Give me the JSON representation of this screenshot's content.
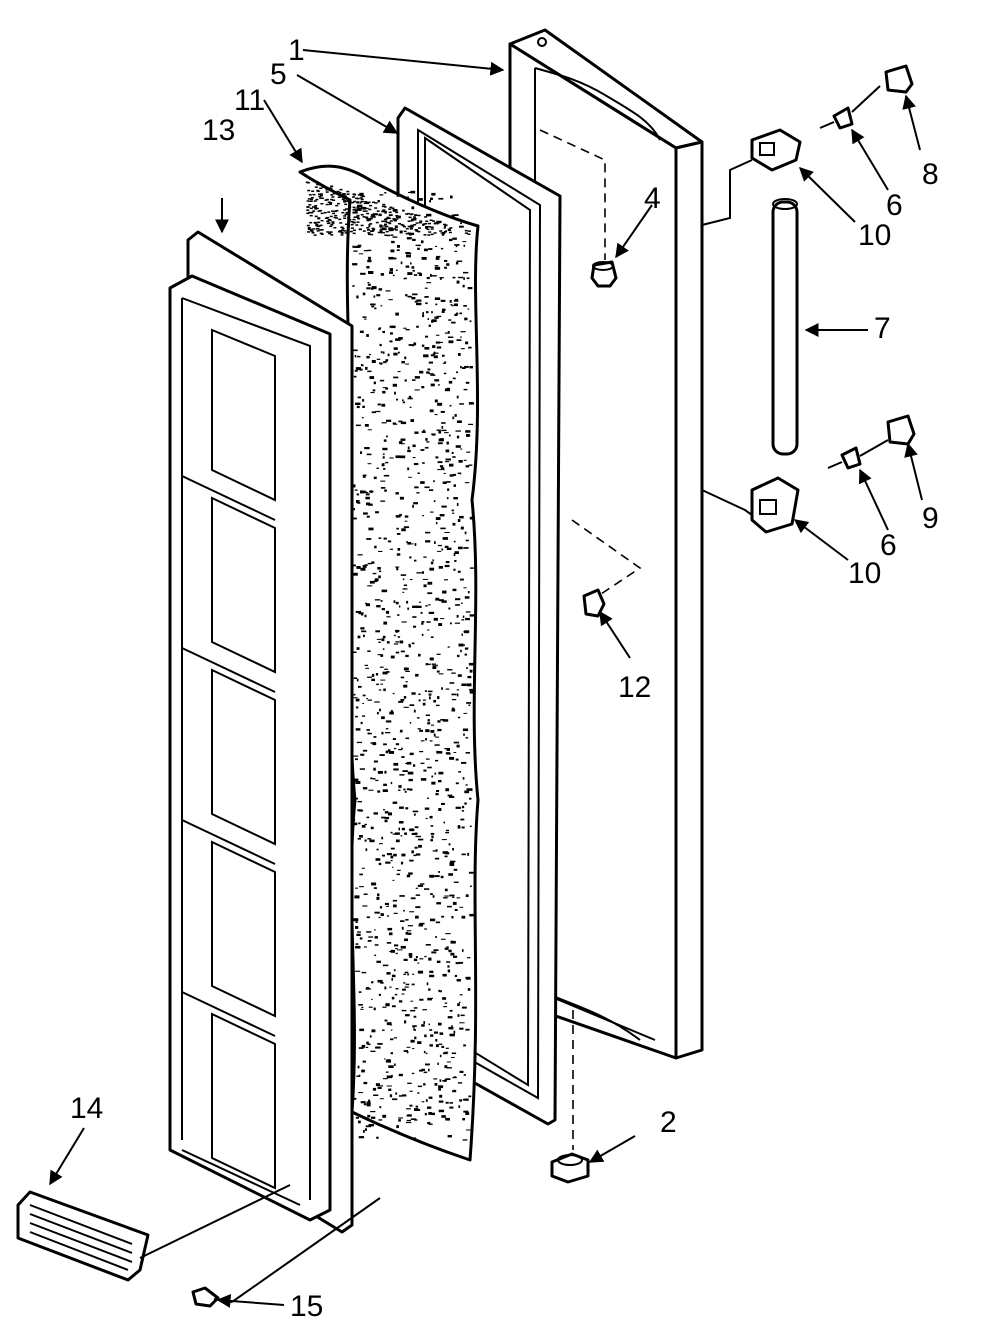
{
  "diagram": {
    "callouts": [
      {
        "id": "c1",
        "text": "1"
      },
      {
        "id": "c2",
        "text": "2"
      },
      {
        "id": "c4",
        "text": "4"
      },
      {
        "id": "c5",
        "text": "5"
      },
      {
        "id": "c6a",
        "text": "6"
      },
      {
        "id": "c6b",
        "text": "6"
      },
      {
        "id": "c7",
        "text": "7"
      },
      {
        "id": "c8",
        "text": "8"
      },
      {
        "id": "c9",
        "text": "9"
      },
      {
        "id": "c10a",
        "text": "10"
      },
      {
        "id": "c10b",
        "text": "10"
      },
      {
        "id": "c11",
        "text": "11"
      },
      {
        "id": "c12",
        "text": "12"
      },
      {
        "id": "c13",
        "text": "13"
      },
      {
        "id": "c14",
        "text": "14"
      },
      {
        "id": "c15",
        "text": "15"
      }
    ]
  }
}
